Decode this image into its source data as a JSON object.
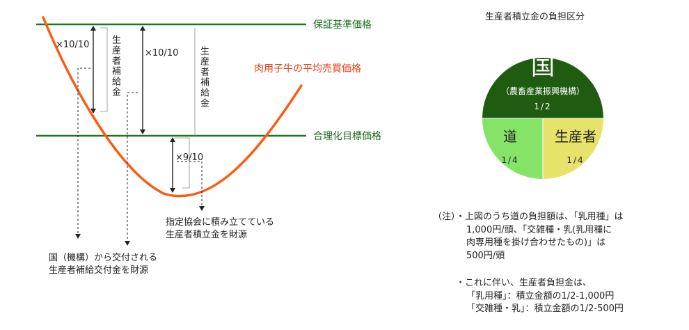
{
  "left_diagram": {
    "line_labels": {
      "guarantee_price": "保証基準価格",
      "average_price": "肉用子牛の平均売買価格",
      "target_price": "合理化目標価格"
    },
    "ratios": {
      "upper_small": "×10/10",
      "upper_large": "×10/10",
      "lower": "×9/10"
    },
    "vertical_label": "生産者補給金",
    "source_notes": {
      "national_line1": "国（機構）から交付される",
      "national_line2": "生産者補給交付金を財源",
      "association_line1": "指定協会に積み立てている",
      "association_line2": "生産者積立金を財源"
    },
    "colors": {
      "green_line": "#1a7a1a",
      "curve": "#ff5a14",
      "label_green": "#1a6b1a",
      "label_red": "#ee3a10"
    }
  },
  "right_diagram": {
    "title": "生産者積立金の負担区分",
    "pie": {
      "national": {
        "main": "国",
        "sub": "（農畜産業振興機構）",
        "share": "1/2",
        "color": "#1f5c12"
      },
      "prefecture": {
        "main": "道",
        "share": "1/4",
        "color": "#85e468"
      },
      "producer": {
        "main": "生産者",
        "share": "1/4",
        "color": "#e6e26a"
      }
    },
    "notes": {
      "prefix": "（注）",
      "bullet1": [
        "・上図のうち道の負担額は、「乳用種」は",
        "1,000円/頭、「交雑種・乳(乳用種に",
        "肉専用種を掛け合わせたもの)」は",
        "500円/頭"
      ],
      "bullet2": [
        "・これに伴い、生産者負担金は、",
        "「乳用種」：積立金額の1/2-1,000円",
        "「交雑種・乳」：積立金額の1/2-500円"
      ]
    }
  }
}
